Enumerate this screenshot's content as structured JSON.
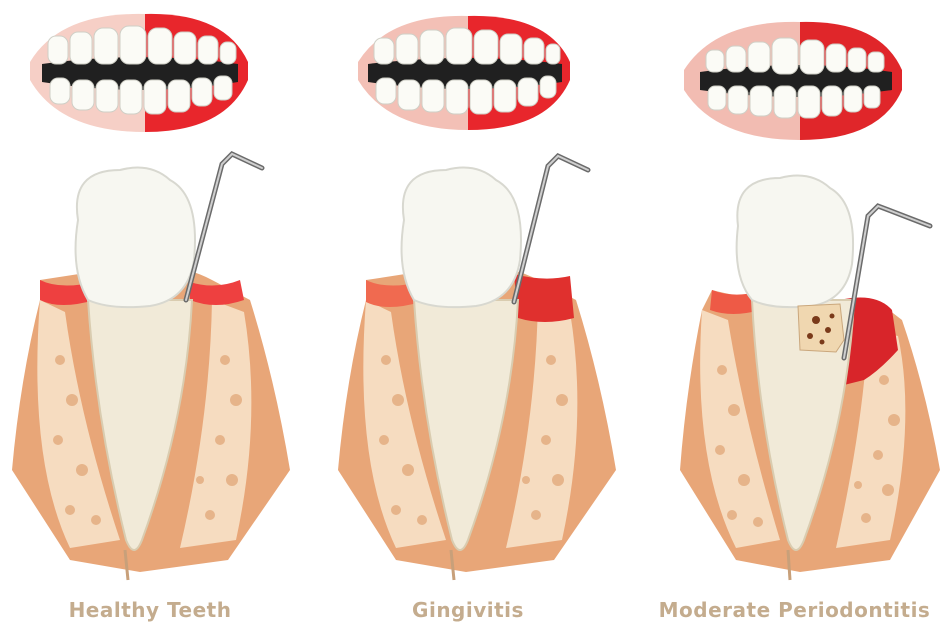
{
  "stages": [
    {
      "label": "Healthy Teeth",
      "gum_color": "#ee4040",
      "pocket": "none"
    },
    {
      "label": "Gingivitis",
      "gum_color": "#e0302e",
      "pocket": "inflamed"
    },
    {
      "label": "Moderate Periodontitis",
      "gum_color": "#d8252a",
      "pocket": "deep"
    }
  ],
  "colors": {
    "caption": "#c4ac8e",
    "bone_outer": "#e8a678",
    "bone_inner": "#f6dcc0",
    "enamel": "#f7f7f1",
    "root": "#f1ead8",
    "probe": "#6b6b6b",
    "lip_pale": "#f6cfc6",
    "lip_red": "#e8262c"
  }
}
